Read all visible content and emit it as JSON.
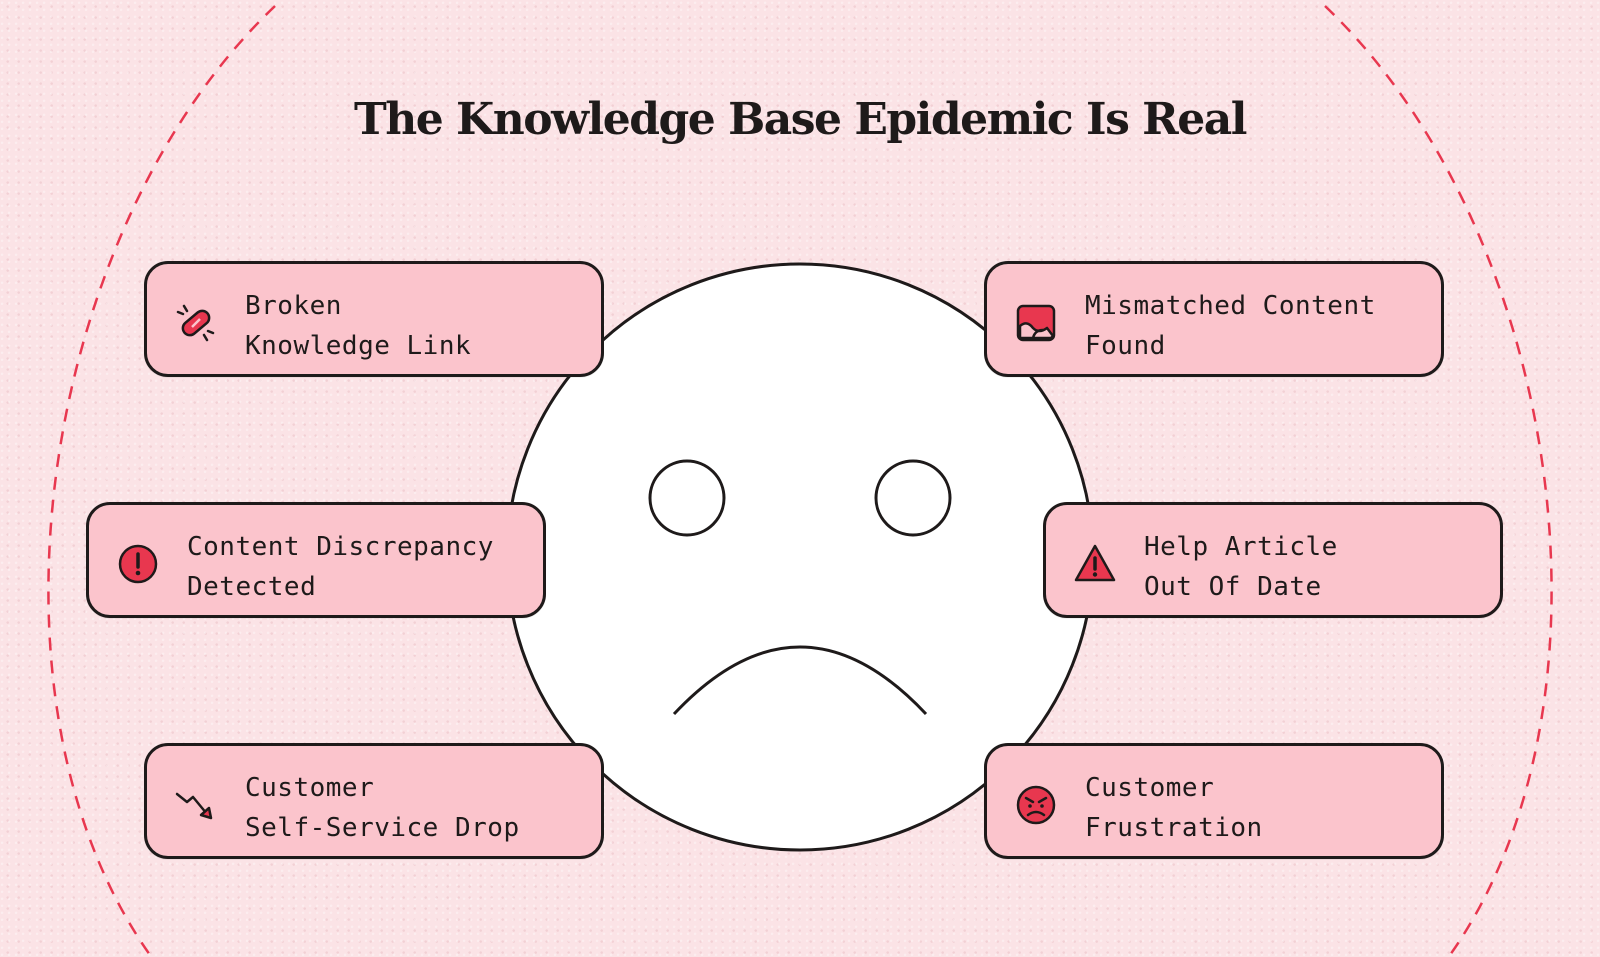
{
  "title": "The Knowledge Base Epidemic Is Real",
  "colors": {
    "background": "#fbe3e6",
    "card_fill": "#fbc4cc",
    "accent": "#e8374f",
    "ink": "#1e1a1a",
    "face": "#ffffff"
  },
  "face": {
    "expression": "sad"
  },
  "cards": [
    {
      "icon": "broken-link-icon",
      "line1": "Broken",
      "line2": "Knowledge Link"
    },
    {
      "icon": "mismatched-content-icon",
      "line1": "Mismatched Content",
      "line2": "Found"
    },
    {
      "icon": "exclamation-circle-icon",
      "line1": "Content Discrepancy",
      "line2": "Detected"
    },
    {
      "icon": "warning-triangle-icon",
      "line1": "Help Article",
      "line2": "Out Of Date"
    },
    {
      "icon": "trend-down-icon",
      "line1": "Customer",
      "line2": "Self-Service Drop"
    },
    {
      "icon": "angry-face-icon",
      "line1": "Customer",
      "line2": "Frustration"
    }
  ]
}
